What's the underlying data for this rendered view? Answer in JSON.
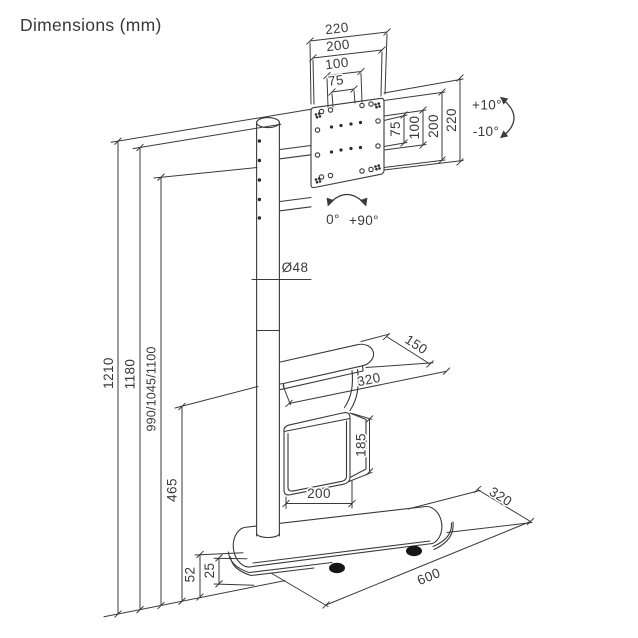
{
  "title": "Dimensions (mm)",
  "vesa_plate": {
    "width_dims": [
      "220",
      "200",
      "100",
      "75"
    ],
    "height_dims": [
      "75",
      "100",
      "200",
      "220"
    ]
  },
  "tilt": {
    "up": "+10°",
    "down": "-10°"
  },
  "rotation": {
    "start": "0°",
    "end": "+90°"
  },
  "pole": {
    "diameter": "Ø48"
  },
  "heights": {
    "total": "1210",
    "pole": "1180",
    "mount": "990/1045/1100",
    "shelf": "465"
  },
  "shelf": {
    "depth": "150",
    "width": "320"
  },
  "basket": {
    "height": "185",
    "width": "200"
  },
  "base": {
    "height": "52",
    "plate_thickness": "25",
    "length": "600",
    "depth": "320"
  },
  "colors": {
    "line": "#3a3a3a",
    "text": "#3a3a3a",
    "background": "#ffffff"
  }
}
